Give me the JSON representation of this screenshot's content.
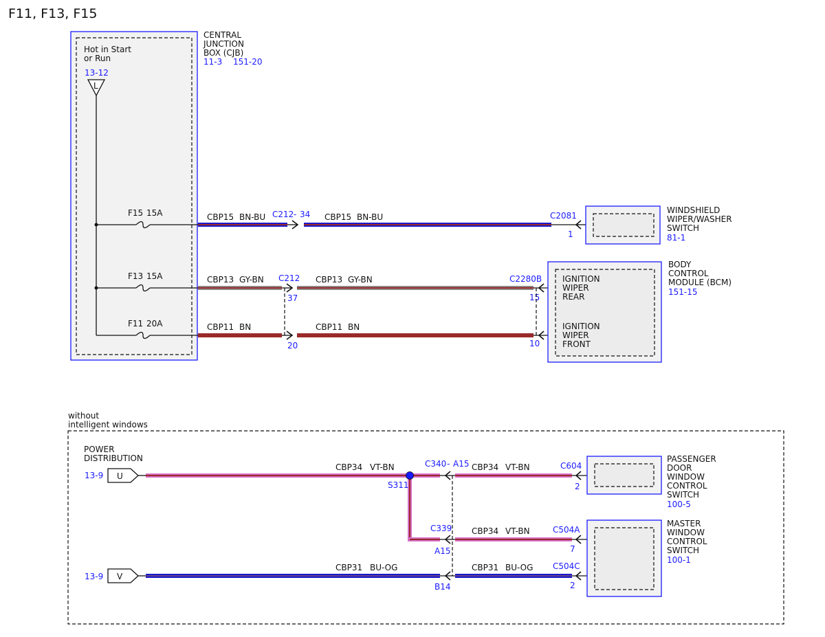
{
  "title": "F11, F13, F15",
  "cjb": {
    "name_l1": "CENTRAL",
    "name_l2": "JUNCTION",
    "name_l3": "BOX (CJB)",
    "ref1": "11-3",
    "ref2": "151-20",
    "hot_l1": "Hot in Start",
    "hot_l2": "or Run",
    "feed_ref": "13-12",
    "feed_symbol": "L"
  },
  "fuses": {
    "f15": {
      "id": "F15",
      "amp": "15A"
    },
    "f13": {
      "id": "F13",
      "amp": "15A"
    },
    "f11": {
      "id": "F11",
      "amp": "20A"
    }
  },
  "circuits_top": {
    "cbp15_a": {
      "circuit": "CBP15",
      "color": "BN-BU"
    },
    "cbp15_b": {
      "circuit": "CBP15",
      "color": "BN-BU"
    },
    "cbp13_a": {
      "circuit": "CBP13",
      "color": "GY-BN"
    },
    "cbp13_b": {
      "circuit": "CBP13",
      "color": "GY-BN"
    },
    "cbp11_a": {
      "circuit": "CBP11",
      "color": "BN"
    },
    "cbp11_b": {
      "circuit": "CBP11",
      "color": "BN"
    }
  },
  "connectors_top": {
    "c212_34": "C212",
    "c212_34_dash": "-",
    "c212_34_pin": "34",
    "c212": "C212",
    "c212_pin37": "37",
    "c212_pin20": "20",
    "c2081": "C2081",
    "c2081_pin": "1",
    "c2280b": "C2280B",
    "c2280b_pin15": "15",
    "c2280b_pin10": "10"
  },
  "wiper_switch": {
    "l1": "WINDSHIELD",
    "l2": "WIPER/WASHER",
    "l3": "SWITCH",
    "ref": "81-1"
  },
  "bcm": {
    "l1": "BODY",
    "l2": "CONTROL",
    "l3": "MODULE (BCM)",
    "ref": "151-15",
    "in1_l1": "IGNITION",
    "in1_l2": "WIPER",
    "in1_l3": "REAR",
    "in2_l1": "IGNITION",
    "in2_l2": "WIPER",
    "in2_l3": "FRONT"
  },
  "option": {
    "l1": "without",
    "l2": "intelligent windows"
  },
  "power_dist": {
    "l1": "POWER",
    "l2": "DISTRIBUTION",
    "ref_u": "13-9",
    "sym_u": "U",
    "ref_v": "13-9",
    "sym_v": "V"
  },
  "circuits_bottom": {
    "cbp34_a": {
      "circuit": "CBP34",
      "color": "VT-BN"
    },
    "cbp34_b": {
      "circuit": "CBP34",
      "color": "VT-BN"
    },
    "cbp34_c": {
      "circuit": "CBP34",
      "color": "VT-BN"
    },
    "cbp31_a": {
      "circuit": "CBP31",
      "color": "BU-OG"
    },
    "cbp31_b": {
      "circuit": "CBP31",
      "color": "BU-OG"
    }
  },
  "connectors_bottom": {
    "c340": "C340",
    "c340_dash": "-",
    "c340_pin": "A15",
    "s311": "S311",
    "c339": "C339",
    "c339_pin_a15": "A15",
    "c339_pin_b14": "B14",
    "c604": "C604",
    "c604_pin": "2",
    "c504a": "C504A",
    "c504a_pin": "7",
    "c504c": "C504C",
    "c504c_pin": "2"
  },
  "pass_switch": {
    "l1": "PASSENGER",
    "l2": "DOOR",
    "l3": "WINDOW",
    "l4": "CONTROL",
    "l5": "SWITCH",
    "ref": "100-5"
  },
  "master_switch": {
    "l1": "MASTER",
    "l2": "WINDOW",
    "l3": "CONTROL",
    "l4": "SWITCH",
    "ref": "100-1"
  },
  "wire_colors": {
    "BN": "#9a2a2a",
    "BU": "#1a1acc",
    "GY": "#8a8a8a",
    "VT": "#d66fc6",
    "OG": "#e08a1a",
    "splice": "#1a1aff",
    "module_outline": "#1a1aff"
  }
}
